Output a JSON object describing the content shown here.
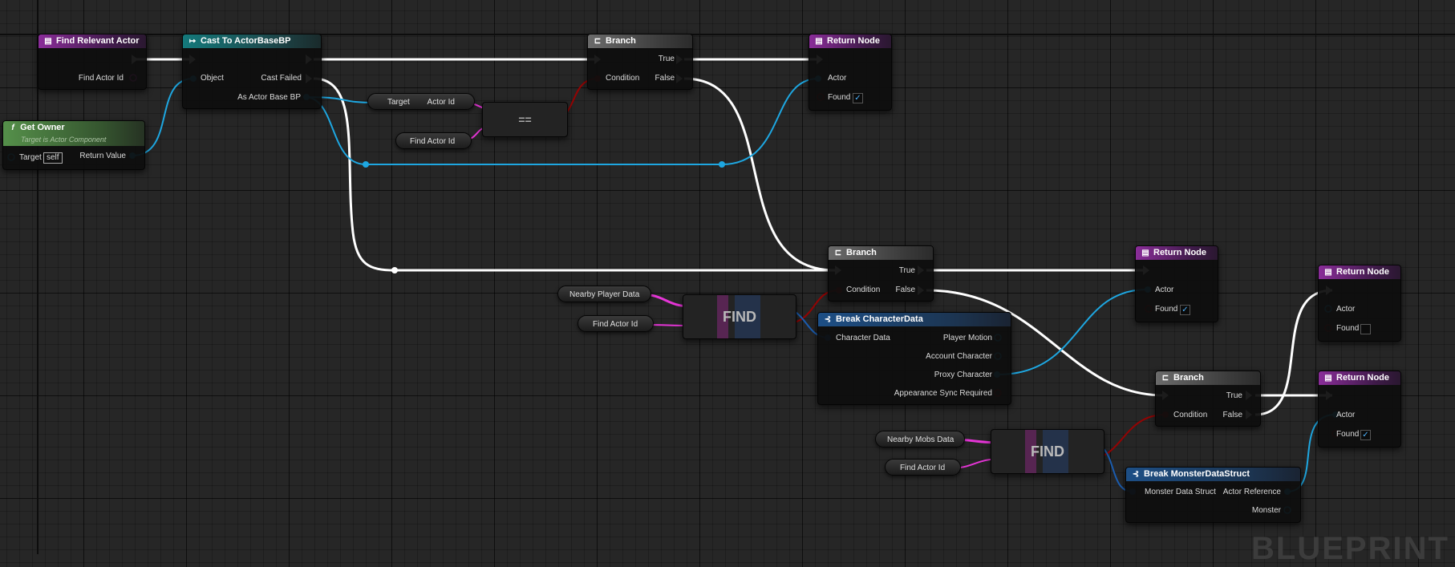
{
  "colors": {
    "exec": "#ffffff",
    "object": "#1ea7e1",
    "int": "#e535d6",
    "bool": "#940303",
    "struct": "#1b5cae"
  },
  "nodes": {
    "find_relevant_actor": {
      "title": "Find Relevant Actor",
      "pin_find_actor_id": "Find Actor Id"
    },
    "get_owner": {
      "title": "Get Owner",
      "subtitle": "Target is Actor Component",
      "pin_target": "Target",
      "target_default": "self",
      "pin_return_value": "Return Value"
    },
    "cast_to_actorbase": {
      "title": "Cast To ActorBaseBP",
      "pin_object": "Object",
      "pin_cast_failed": "Cast Failed",
      "pin_as_actor": "As Actor Base BP"
    },
    "get_actor_id": {
      "pin_target": "Target",
      "pin_actor_id": "Actor Id"
    },
    "find_actor_id_var_1": {
      "label": "Find Actor Id"
    },
    "equal_op": {
      "symbol": "=="
    },
    "branch_1": {
      "title": "Branch",
      "pin_condition": "Condition",
      "pin_true": "True",
      "pin_false": "False"
    },
    "return_1": {
      "title": "Return Node",
      "pin_actor": "Actor",
      "pin_found": "Found",
      "found_checked": true
    },
    "branch_2": {
      "title": "Branch",
      "pin_condition": "Condition",
      "pin_true": "True",
      "pin_false": "False"
    },
    "nearby_player_data": {
      "label": "Nearby Player Data"
    },
    "find_actor_id_var_2": {
      "label": "Find Actor Id"
    },
    "find_1": {
      "label": "FIND"
    },
    "break_character": {
      "title": "Break CharacterData",
      "pin_character_data": "Character Data",
      "pin_player_motion": "Player Motion",
      "pin_account_character": "Account Character",
      "pin_proxy_character": "Proxy Character",
      "pin_appearance_sync": "Appearance Sync Required"
    },
    "return_2": {
      "title": "Return Node",
      "pin_actor": "Actor",
      "pin_found": "Found",
      "found_checked": true
    },
    "return_3": {
      "title": "Return Node",
      "pin_actor": "Actor",
      "pin_found": "Found",
      "found_checked": false
    },
    "branch_3": {
      "title": "Branch",
      "pin_condition": "Condition",
      "pin_true": "True",
      "pin_false": "False"
    },
    "return_4": {
      "title": "Return Node",
      "pin_actor": "Actor",
      "pin_found": "Found",
      "found_checked": true
    },
    "nearby_mobs_data": {
      "label": "Nearby Mobs Data"
    },
    "find_actor_id_var_3": {
      "label": "Find Actor Id"
    },
    "find_2": {
      "label": "FIND"
    },
    "break_monster": {
      "title": "Break MonsterDataStruct",
      "pin_monster_data": "Monster Data Struct",
      "pin_actor_reference": "Actor Reference",
      "pin_monster": "Monster"
    }
  },
  "watermark": "BLUEPRINT"
}
